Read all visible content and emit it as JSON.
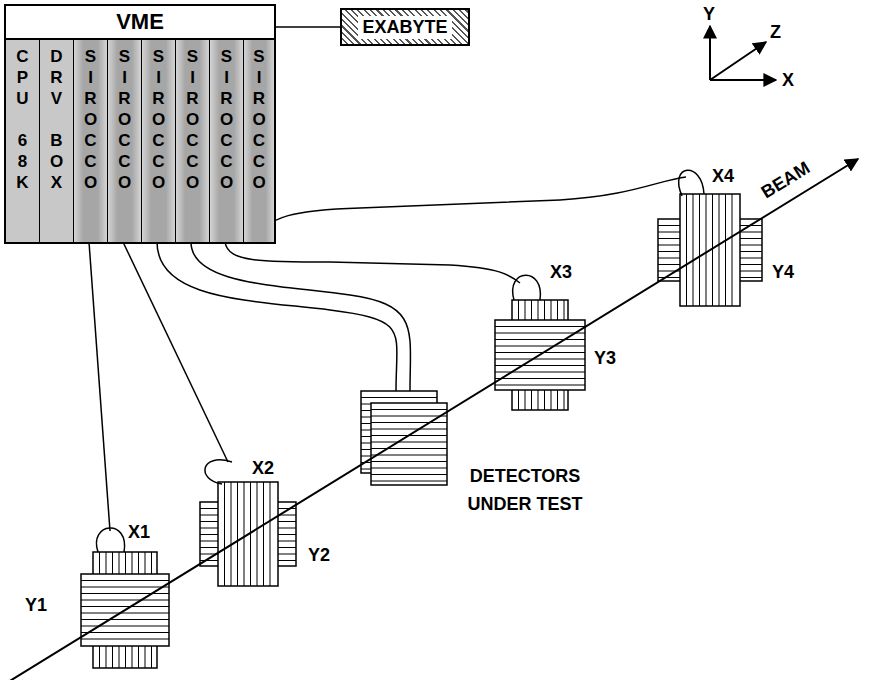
{
  "diagram": {
    "nodes": [
      {
        "text": [
          "VME"
        ]
      },
      {
        "text": [
          "CPU 68K"
        ],
        "in": 0
      },
      {
        "text": [
          "DRV BOX"
        ],
        "in": 0
      },
      {
        "text": [
          "SIROCCO"
        ],
        "in": 0
      },
      {
        "text": [
          "SIROCCO"
        ],
        "in": 0
      },
      {
        "text": [
          "SIROCCO"
        ],
        "in": 0
      },
      {
        "text": [
          "SIROCCO"
        ],
        "in": 0
      },
      {
        "text": [
          "SIROCCO"
        ],
        "in": 0
      },
      {
        "text": [
          "SIROCCO"
        ],
        "in": 0
      },
      {
        "text": [
          "EXABYTE"
        ]
      }
    ],
    "edges": [
      {
        "from": 0,
        "to": 9,
        "arrow": "none"
      }
    ],
    "labels": [
      "Y",
      "Z",
      "X",
      "BEAM",
      "X1",
      "Y1",
      "X2",
      "Y2",
      "X3",
      "Y3",
      "X4",
      "Y4",
      "DETECTORS UNDER TEST"
    ]
  }
}
